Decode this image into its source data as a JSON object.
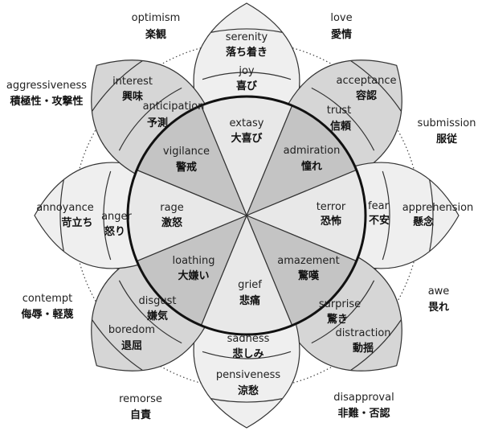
{
  "wheel": {
    "center_emotions": [
      {
        "en": "extasy",
        "ja": "大喜び"
      },
      {
        "en": "admiration",
        "ja": "憧れ"
      },
      {
        "en": "terror",
        "ja": "恐怖"
      },
      {
        "en": "amazement",
        "ja": "驚嘆"
      },
      {
        "en": "grief",
        "ja": "悲痛"
      },
      {
        "en": "loathing",
        "ja": "大嫌い"
      },
      {
        "en": "rage",
        "ja": "激怒"
      },
      {
        "en": "vigilance",
        "ja": "警戒"
      }
    ],
    "primary_emotions": [
      {
        "en": "joy",
        "ja": "喜び"
      },
      {
        "en": "trust",
        "ja": "信頼"
      },
      {
        "en": "fear",
        "ja": "不安"
      },
      {
        "en": "surprise",
        "ja": "驚き"
      },
      {
        "en": "sadness",
        "ja": "悲しみ"
      },
      {
        "en": "disgust",
        "ja": "嫌気"
      },
      {
        "en": "anger",
        "ja": "怒り"
      },
      {
        "en": "anticipation",
        "ja": "予測"
      }
    ],
    "outer_emotions": [
      {
        "en": "serenity",
        "ja": "落ち着き"
      },
      {
        "en": "acceptance",
        "ja": "容認"
      },
      {
        "en": "apprehension",
        "ja": "懸念"
      },
      {
        "en": "distraction",
        "ja": "動揺"
      },
      {
        "en": "pensiveness",
        "ja": "涼愁"
      },
      {
        "en": "boredom",
        "ja": "退屈"
      },
      {
        "en": "annoyance",
        "ja": "苛立ち"
      },
      {
        "en": "interest",
        "ja": "興味"
      }
    ],
    "dyads": [
      {
        "en": "love",
        "ja": "愛情"
      },
      {
        "en": "submission",
        "ja": "服従"
      },
      {
        "en": "awe",
        "ja": "畏れ"
      },
      {
        "en": "disapproval",
        "ja": "非難・否認"
      },
      {
        "en": "remorse",
        "ja": "自責"
      },
      {
        "en": "contempt",
        "ja": "侮辱・軽蔑"
      },
      {
        "en": "aggressiveness",
        "ja": "積極性・攻撃性"
      },
      {
        "en": "optimism",
        "ja": "楽観"
      }
    ],
    "colors": {
      "center_dark": "#c4c4c4",
      "center_light": "#e8e8e8",
      "petal_dark": "#d6d6d6",
      "petal_light": "#efefef",
      "line": "#333333"
    }
  }
}
